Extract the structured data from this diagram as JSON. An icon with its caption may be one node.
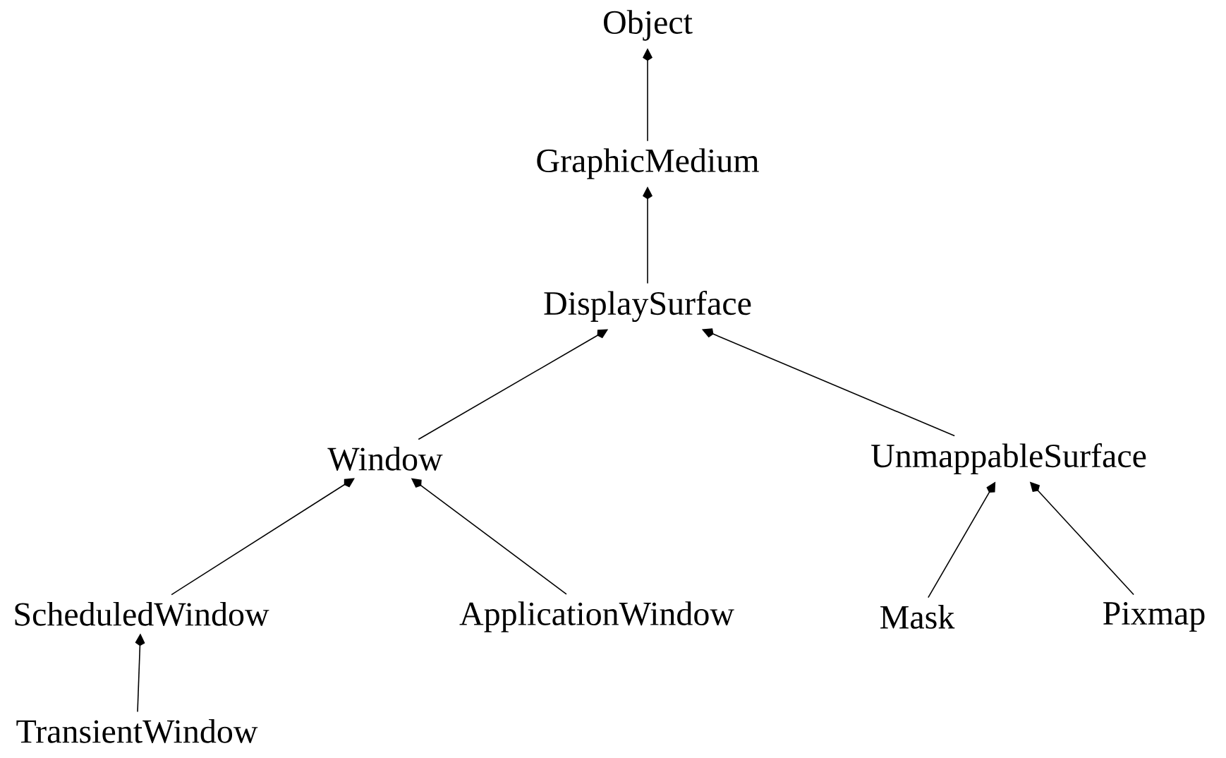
{
  "diagram": {
    "nodes": [
      {
        "text": [
          "Object"
        ]
      },
      {
        "text": [
          "GraphicMedium"
        ]
      },
      {
        "text": [
          "DisplaySurface"
        ]
      },
      {
        "text": [
          "Window"
        ]
      },
      {
        "text": [
          "UnmappableSurface"
        ]
      },
      {
        "text": [
          "ScheduledWindow"
        ]
      },
      {
        "text": [
          "ApplicationWindow"
        ]
      },
      {
        "text": [
          "Mask"
        ]
      },
      {
        "text": [
          "Pixmap"
        ]
      },
      {
        "text": [
          "TransientWindow"
        ]
      }
    ],
    "edges": [
      {
        "from": 1,
        "to": 0,
        "arrow": "to"
      },
      {
        "from": 2,
        "to": 1,
        "arrow": "to"
      },
      {
        "from": 3,
        "to": 2,
        "arrow": "to"
      },
      {
        "from": 4,
        "to": 2,
        "arrow": "to"
      },
      {
        "from": 5,
        "to": 3,
        "arrow": "to"
      },
      {
        "from": 6,
        "to": 3,
        "arrow": "to"
      },
      {
        "from": 7,
        "to": 4,
        "arrow": "to"
      },
      {
        "from": 8,
        "to": 4,
        "arrow": "to"
      },
      {
        "from": 9,
        "to": 5,
        "arrow": "to"
      }
    ]
  }
}
